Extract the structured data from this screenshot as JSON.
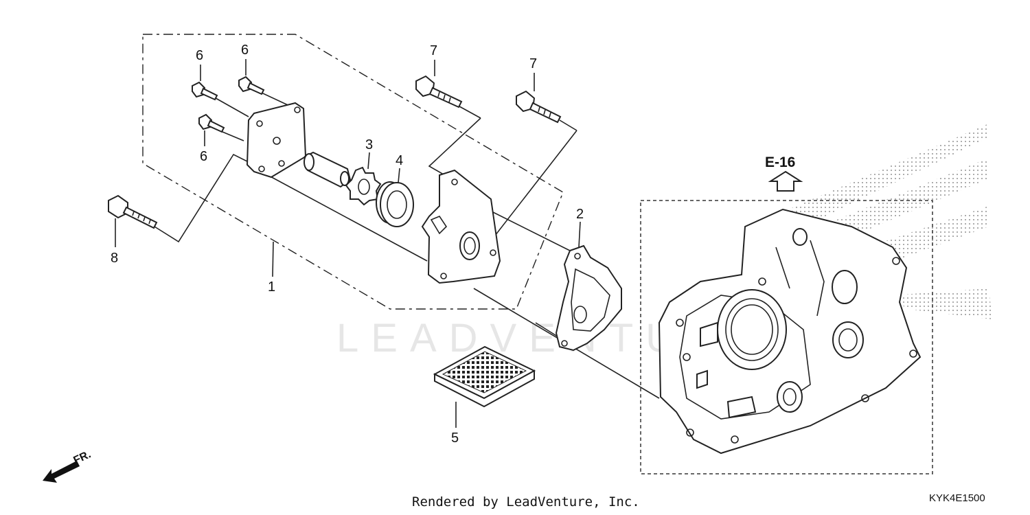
{
  "callouts": [
    {
      "id": "1",
      "label": "1"
    },
    {
      "id": "2",
      "label": "2"
    },
    {
      "id": "3",
      "label": "3"
    },
    {
      "id": "4",
      "label": "4"
    },
    {
      "id": "5",
      "label": "5"
    },
    {
      "id": "6a",
      "label": "6"
    },
    {
      "id": "6b",
      "label": "6"
    },
    {
      "id": "6c",
      "label": "6"
    },
    {
      "id": "7a",
      "label": "7"
    },
    {
      "id": "7b",
      "label": "7"
    },
    {
      "id": "8",
      "label": "8"
    }
  ],
  "reference": {
    "label": "E-16"
  },
  "direction": {
    "label": "FR."
  },
  "watermark": {
    "text": "LEADVENTURE"
  },
  "footer": {
    "text": "Rendered by LeadVenture, Inc."
  },
  "diagram_code": {
    "text": "KYK4E1500"
  }
}
